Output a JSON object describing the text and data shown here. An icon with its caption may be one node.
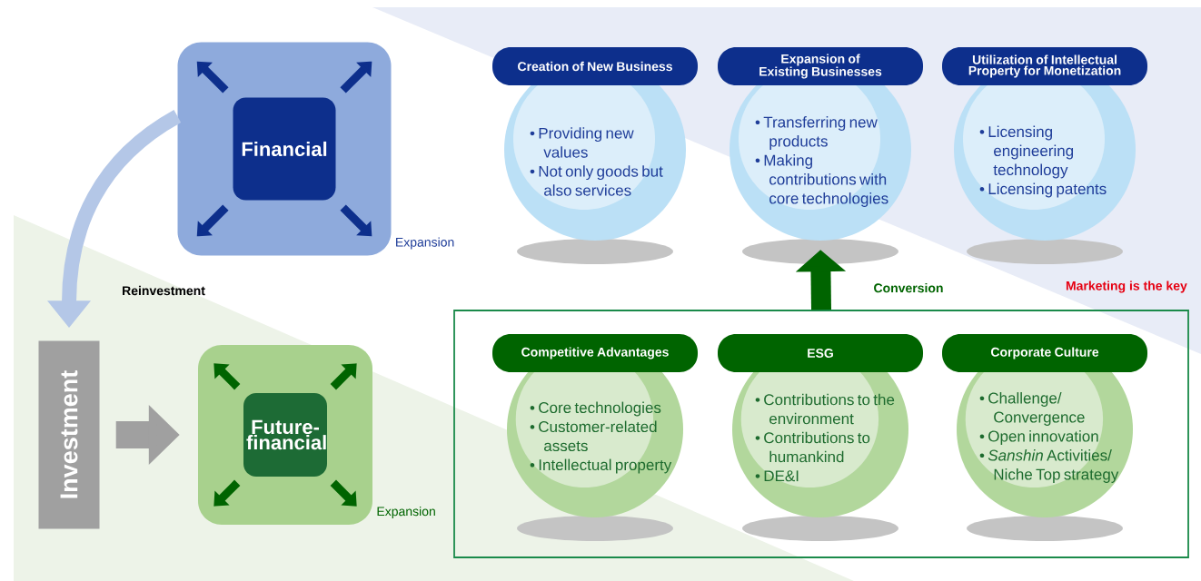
{
  "diagram": {
    "nodes": [
      {
        "text": [
          "Financial"
        ],
        "beside": [
          "Expansion"
        ]
      },
      {
        "text": [
          "Creation of New Business",
          "• Providing new values",
          "• Not only goods but also services"
        ]
      },
      {
        "text": [
          "Expansion of Existing Businesses",
          "• Transferring new products",
          "• Making contributions with core technologies"
        ]
      },
      {
        "text": [
          "Utilization of Intellectual Property for Monetization",
          "• Licensing engineering technology",
          "• Licensing patents"
        ]
      },
      {
        "text": [
          "Investment"
        ]
      },
      {
        "text": [
          "Future-financial"
        ],
        "beside": [
          "Expansion"
        ]
      },
      {
        "text": [],
        "shape": "box"
      },
      {
        "text": [
          "Competitive Advantages",
          "• Core technologies",
          "• Customer-related assets",
          "• Intellectual property"
        ],
        "in": 6
      },
      {
        "text": [
          "ESG",
          "• Contributions to the environment",
          "• Contributions to humankind",
          "• DE&I"
        ],
        "in": 6
      },
      {
        "text": [
          "Corporate Culture",
          "• Challenge/ Convergence",
          "• Open innovation",
          "• *Sanshin* Activities/ Niche Top strategy"
        ],
        "in": 6
      }
    ],
    "edges": [
      {
        "from": 0,
        "to": 4,
        "arrow": "to",
        "label": "Reinvestment",
        "color": "#b4c7e7"
      },
      {
        "from": 4,
        "to": 5,
        "arrow": "to",
        "color": "#a0a0a0"
      },
      {
        "from": 6,
        "to": 2,
        "arrow": "to",
        "label": "Conversion",
        "color": "#006400"
      }
    ],
    "labels": [
      "Marketing is the key"
    ]
  }
}
